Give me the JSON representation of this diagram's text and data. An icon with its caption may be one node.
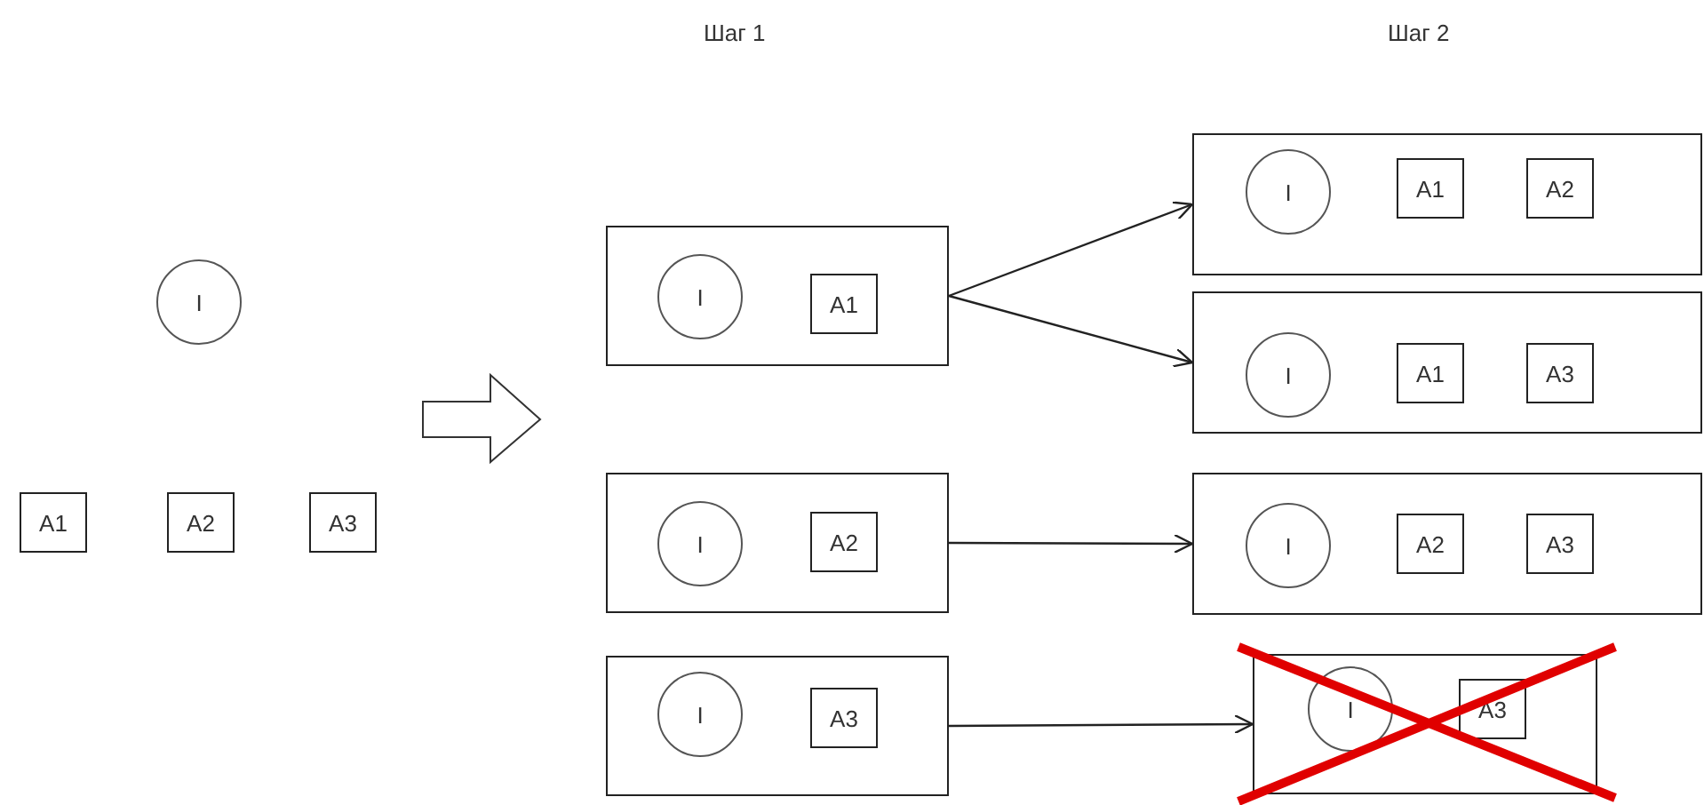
{
  "diagram": {
    "nodes": [
      {
        "text": [
          "I"
        ]
      },
      {
        "text": [
          "A1"
        ]
      },
      {
        "text": [
          "A2"
        ]
      },
      {
        "text": [
          "A3"
        ]
      },
      {
        "text": [],
        "shape": "box"
      },
      {
        "text": [
          "I"
        ],
        "in": 4
      },
      {
        "text": [
          "A1"
        ],
        "in": 4
      },
      {
        "text": [],
        "shape": "box"
      },
      {
        "text": [
          "I"
        ],
        "in": 7
      },
      {
        "text": [
          "A2"
        ],
        "in": 7
      },
      {
        "text": [],
        "shape": "box"
      },
      {
        "text": [
          "I"
        ],
        "in": 10
      },
      {
        "text": [
          "A3"
        ],
        "in": 10
      },
      {
        "text": [],
        "shape": "box"
      },
      {
        "text": [
          "I"
        ],
        "in": 13
      },
      {
        "text": [
          "A1"
        ],
        "in": 13
      },
      {
        "text": [
          "A2"
        ],
        "in": 13
      },
      {
        "text": [],
        "shape": "box"
      },
      {
        "text": [
          "I"
        ],
        "in": 17
      },
      {
        "text": [
          "A1"
        ],
        "in": 17
      },
      {
        "text": [
          "A3"
        ],
        "in": 17
      },
      {
        "text": [],
        "shape": "box"
      },
      {
        "text": [
          "I"
        ],
        "in": 21
      },
      {
        "text": [
          "A2"
        ],
        "in": 21
      },
      {
        "text": [
          "A3"
        ],
        "in": 21
      },
      {
        "text": [],
        "shape": "box"
      },
      {
        "text": [
          "I"
        ],
        "in": 25
      },
      {
        "text": [
          "A3"
        ],
        "in": 25
      }
    ],
    "edges": [
      {
        "from": 4,
        "to": 13,
        "arrow": "to"
      },
      {
        "from": 4,
        "to": 17,
        "arrow": "to"
      },
      {
        "from": 7,
        "to": 21,
        "arrow": "to"
      },
      {
        "from": 10,
        "to": 25,
        "arrow": "to"
      }
    ],
    "labels": [
      "Шаг 1",
      "Шаг 2"
    ]
  }
}
